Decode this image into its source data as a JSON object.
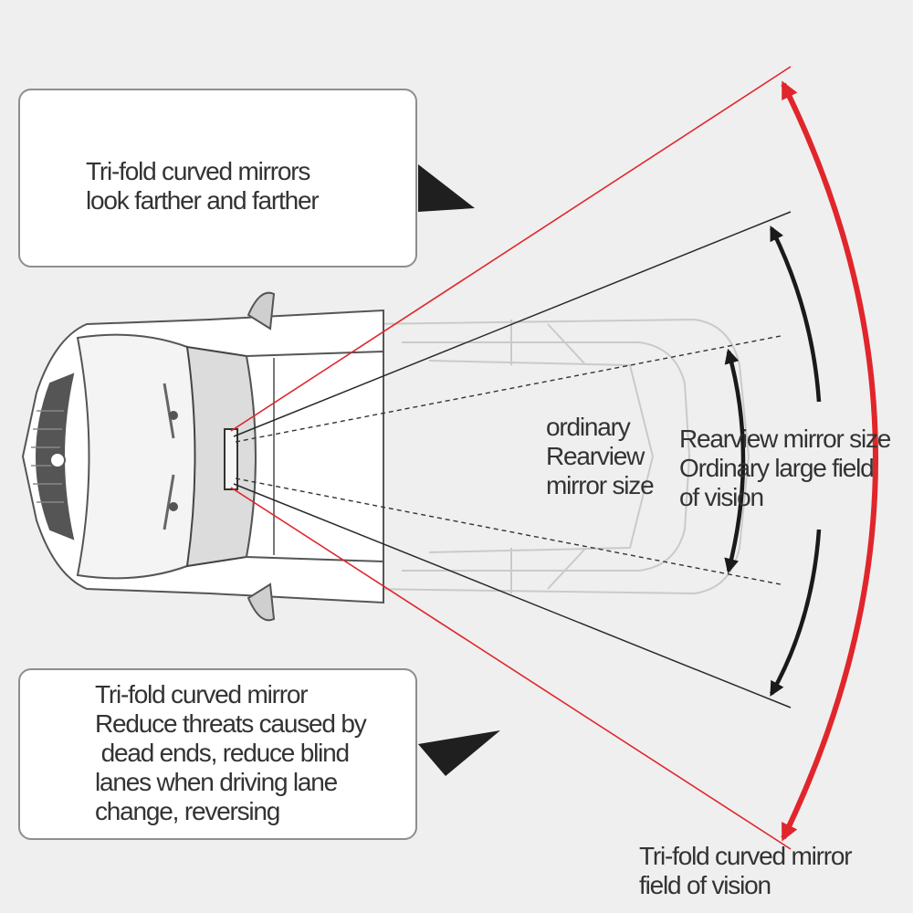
{
  "colors": {
    "background": "#efefef",
    "red_field": "#e0262b",
    "black_field": "#1a1a1a",
    "car_outline": "#555555"
  },
  "callouts": {
    "top": {
      "text": "Tri-fold curved mirrors\nlook farther and farther"
    },
    "bottom": {
      "text": "Tri-fold curved mirror\nReduce threats caused by\n dead ends, reduce blind\nlanes when driving lane\nchange, reversing"
    }
  },
  "labels": {
    "ordinary": "ordinary\nRearview\nmirror size",
    "large": "Rearview mirror size\nOrdinary large field\nof vision",
    "trifold": "Tri-fold curved mirror\nfield of vision"
  },
  "icons": [
    "car-topview-icon",
    "mirror-icon",
    "callout-pointer-icon",
    "double-arrow-icon"
  ]
}
